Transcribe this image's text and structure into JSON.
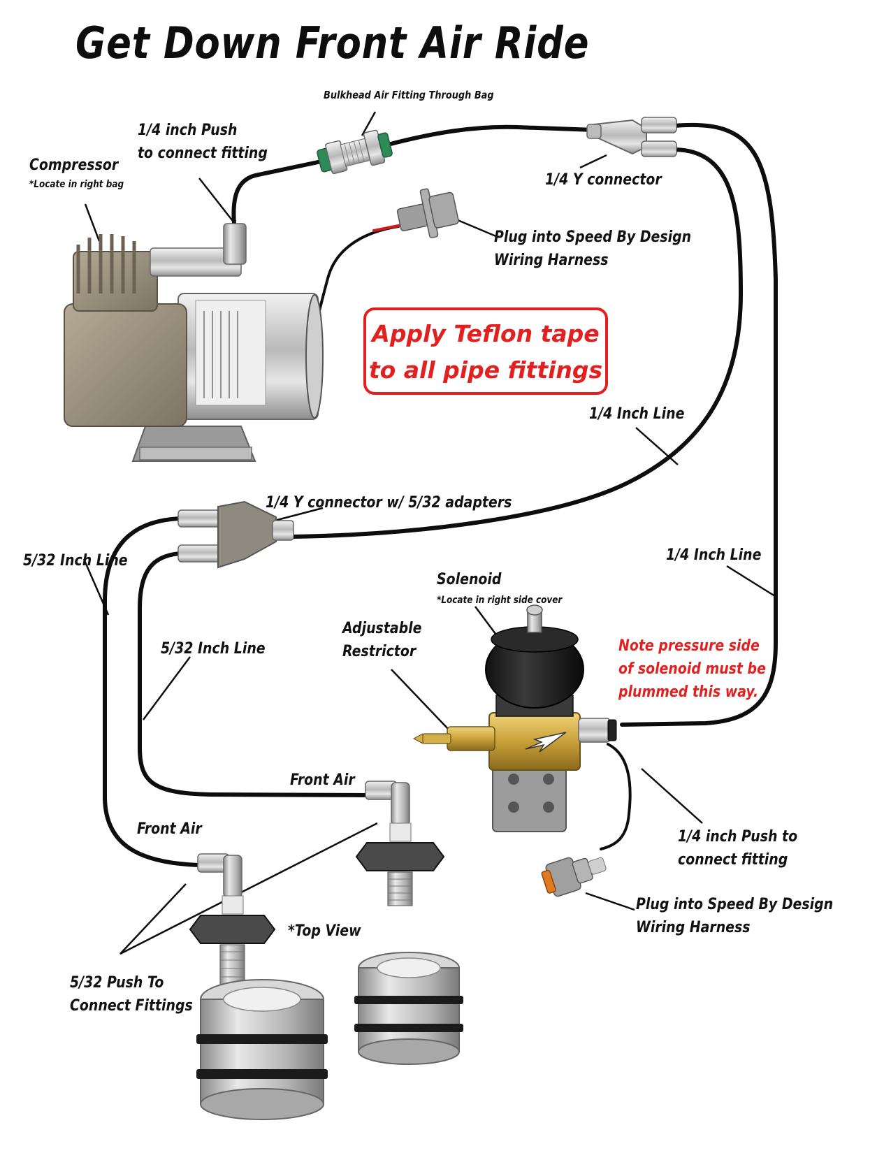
{
  "title": "Get Down Front Air Ride",
  "notice": {
    "line1": "Apply Teflon tape",
    "line2": "to all pipe fittings",
    "color": "#e32020"
  },
  "labels": {
    "bulkhead": "Bulkhead Air Fitting Through Bag",
    "push_fitting_top_1": "1/4 inch Push",
    "push_fitting_top_2": "to connect fitting",
    "compressor": "Compressor",
    "compressor_note": "*Locate in right bag",
    "y_connector_top": "1/4 Y connector",
    "plug_top_1": "Plug into Speed By Design",
    "plug_top_2": "Wiring Harness",
    "line_quarter_a": "1/4 Inch Line",
    "y_connector_adapters": "1/4 Y connector w/ 5/32 adapters",
    "line_532_left": "5/32 Inch Line",
    "line_quarter_b": "1/4 Inch Line",
    "solenoid": "Solenoid",
    "solenoid_note": "*Locate in right side cover",
    "restrictor_1": "Adjustable",
    "restrictor_2": "Restrictor",
    "line_532_inner": "5/32 Inch Line",
    "pressure_note_1": "Note pressure side",
    "pressure_note_2": "of solenoid must be",
    "pressure_note_3": "plummed this way.",
    "front_air_right": "Front Air",
    "front_air_left": "Front Air",
    "push_fitting_bottom_1": "1/4 inch Push to",
    "push_fitting_bottom_2": "connect fitting",
    "plug_bottom_1": "Plug into Speed By Design",
    "plug_bottom_2": "Wiring Harness",
    "top_view": "*Top View",
    "push_532_1": "5/32 Push To",
    "push_532_2": "Connect Fittings"
  },
  "colors": {
    "line": "#0d0d0d",
    "note_red": "#e32020",
    "aluminum": "#c9c9c9",
    "brass": "#c9a13a",
    "wire_red": "#d11a1a"
  },
  "icons": {
    "compressor": "compressor-icon",
    "bulkhead": "bulkhead-fitting-icon",
    "connector": "electrical-connector-icon",
    "y_connector": "y-connector-icon",
    "solenoid": "solenoid-valve-icon",
    "elbow": "elbow-fitting-icon",
    "air_bag": "air-bag-icon"
  }
}
